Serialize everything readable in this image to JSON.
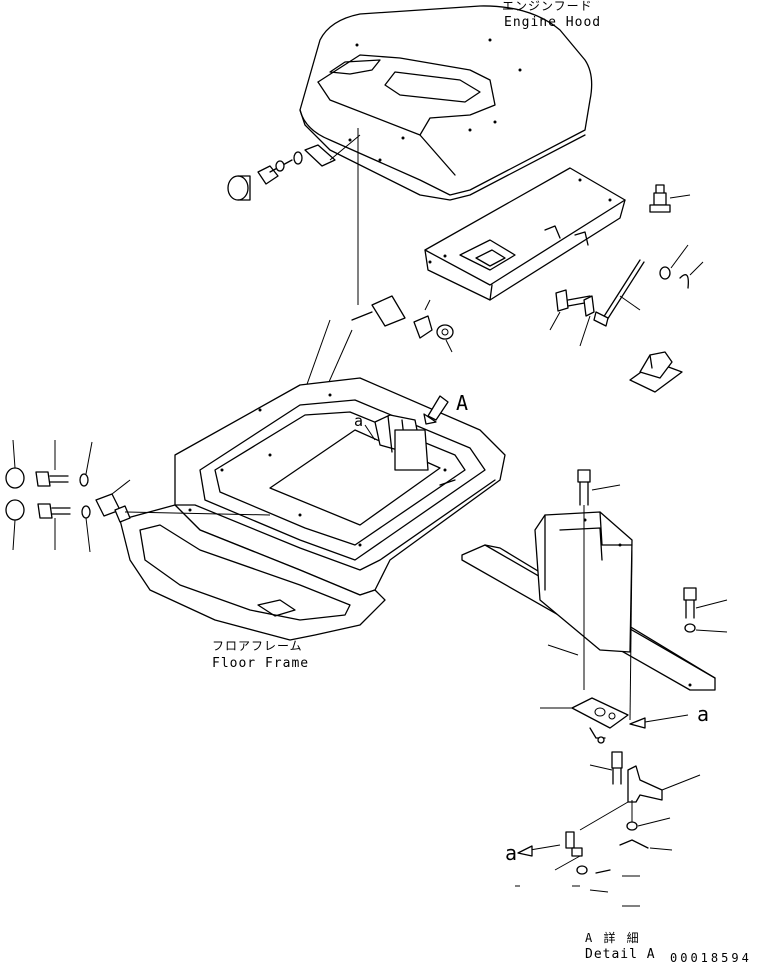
{
  "labels": {
    "engine_hood_jp": "エンジンフード",
    "engine_hood_en": "Engine Hood",
    "floor_frame_jp": "フロアフレーム",
    "floor_frame_en": "Floor Frame",
    "view_a": "A",
    "ref_a_upper": "a",
    "ref_a_lower": "a",
    "ref_a_frame": "a",
    "detail_a_jp": "A 詳 細",
    "detail_a_en": "Detail A",
    "drawing_id": "00018594"
  }
}
